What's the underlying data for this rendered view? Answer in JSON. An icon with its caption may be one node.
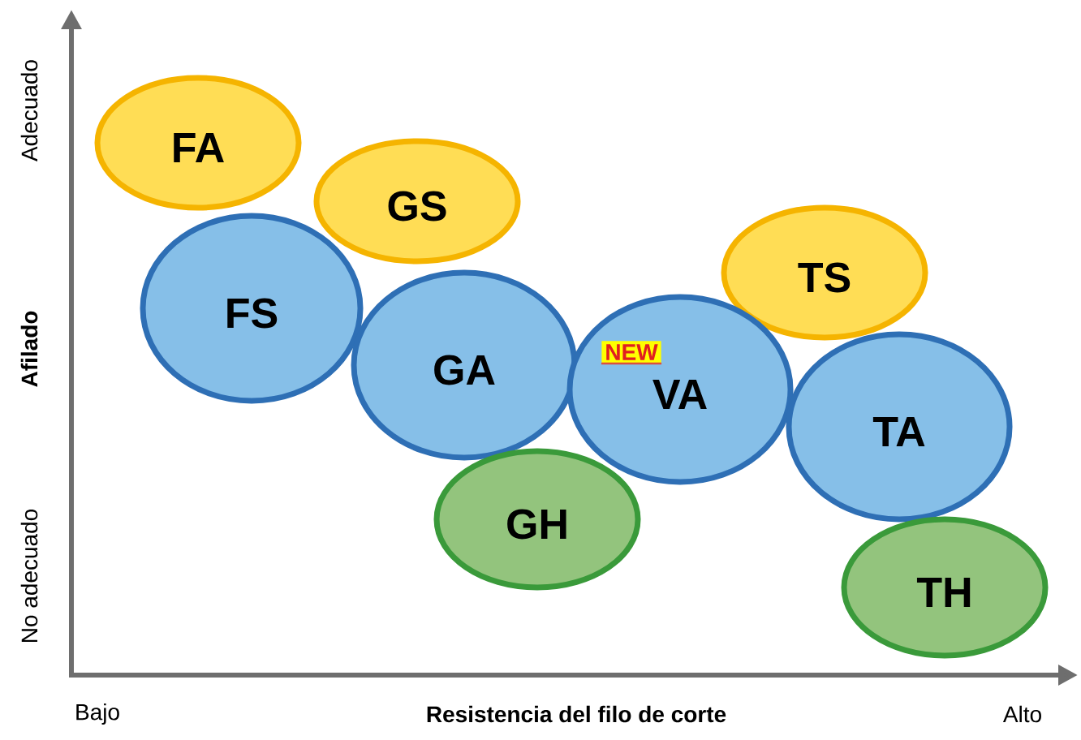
{
  "diagram": {
    "nodes": [
      {
        "text": [
          "FA"
        ]
      },
      {
        "text": [
          "GS"
        ]
      },
      {
        "text": [
          "FS"
        ]
      },
      {
        "text": [
          "GA"
        ]
      },
      {
        "text": [
          "TS"
        ]
      },
      {
        "text": [
          "VA"
        ]
      },
      {
        "text": [
          "NEW"
        ],
        "in": 5
      },
      {
        "text": [
          "TA"
        ]
      },
      {
        "text": [
          "GH"
        ]
      },
      {
        "text": [
          "TH"
        ]
      }
    ],
    "labels": [
      "Adecuado",
      "Afilado",
      "No adecuado",
      "Bajo",
      "Resistencia del filo de corte",
      "Alto"
    ]
  }
}
